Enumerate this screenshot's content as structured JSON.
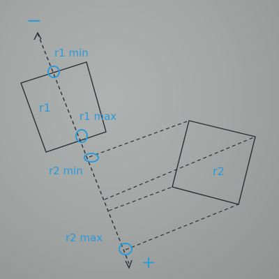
{
  "labels": {
    "minus": "−",
    "plus": "+",
    "r1_min": "r1 min",
    "r1": "r1",
    "r1_max": "r1 max",
    "r2_min": "r2 min",
    "r2": "r2",
    "r2_max": "r2 max"
  },
  "colors": {
    "ink": "#2a2e33",
    "annotation": "#2a9ad8",
    "board": "#a3a7a6"
  }
}
